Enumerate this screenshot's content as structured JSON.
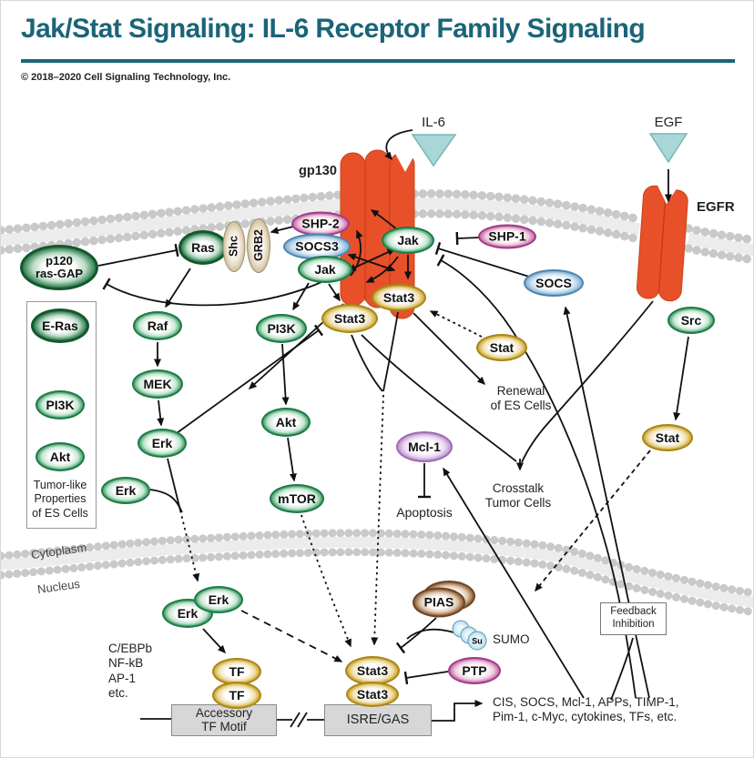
{
  "header": {
    "title": "Jak/Stat Signaling: IL-6 Receptor Family Signaling",
    "copyright": "© 2018–2020 Cell Signaling Technology, Inc.",
    "accent_color": "#1b6478"
  },
  "ligands": {
    "il6": "IL-6",
    "egf": "EGF",
    "triangle_color": "#a9d6d7"
  },
  "receptors": {
    "gp130": "gp130",
    "egfr": "EGFR",
    "color": "#e8502a"
  },
  "molecules": {
    "shp2": "SHP-2",
    "socs3": "SOCS3",
    "jak_left": "Jak",
    "jak_right": "Jak",
    "shp1": "SHP-1",
    "socs": "SOCS",
    "ras": "Ras",
    "shc": "Shc",
    "grb2": "GRB2",
    "p120_line1": "p120",
    "p120_line2": "ras-GAP",
    "eras": "E-Ras",
    "pi3k_box": "PI3K",
    "akt_box": "Akt",
    "raf": "Raf",
    "mek": "MEK",
    "erk_cascade": "Erk",
    "erk_cyto": "Erk",
    "pi3k": "PI3K",
    "akt": "Akt",
    "mtor": "mTOR",
    "stat3_mem_left": "Stat3",
    "stat3_mem_right": "Stat3",
    "stat_mid": "Stat",
    "mcl1": "Mcl-1",
    "src": "Src",
    "stat_right": "Stat",
    "erk_nuc_a": "Erk",
    "erk_nuc_b": "Erk",
    "tf_a": "TF",
    "tf_b": "TF",
    "stat3_nuc_a": "Stat3",
    "stat3_nuc_b": "Stat3",
    "pias": "PIAS",
    "su": "Su",
    "sumo": "SUMO",
    "ptp": "PTP"
  },
  "annotations": {
    "tumor_like": [
      "Tumor-like",
      "Properties",
      "of ES Cells"
    ],
    "renewal": [
      "Renewal",
      "of ES Cells"
    ],
    "crosstalk": [
      "Crosstalk",
      "Tumor Cells"
    ],
    "apoptosis": "Apoptosis",
    "tf_list": [
      "C/EBPb",
      "NF-kB",
      "AP-1",
      "etc."
    ],
    "cytoplasm": "Cytoplasm",
    "nucleus": "Nucleus",
    "feedback": [
      "Feedback",
      "Inhibition"
    ],
    "accessory": [
      "Accessory",
      "TF Motif"
    ],
    "isre": "ISRE/GAS",
    "output_line1": "CIS, SOCS, Mcl-1, APPs, TIMP-1,",
    "output_line2": "Pim-1, c-Myc, cytokines, TFs, etc."
  }
}
